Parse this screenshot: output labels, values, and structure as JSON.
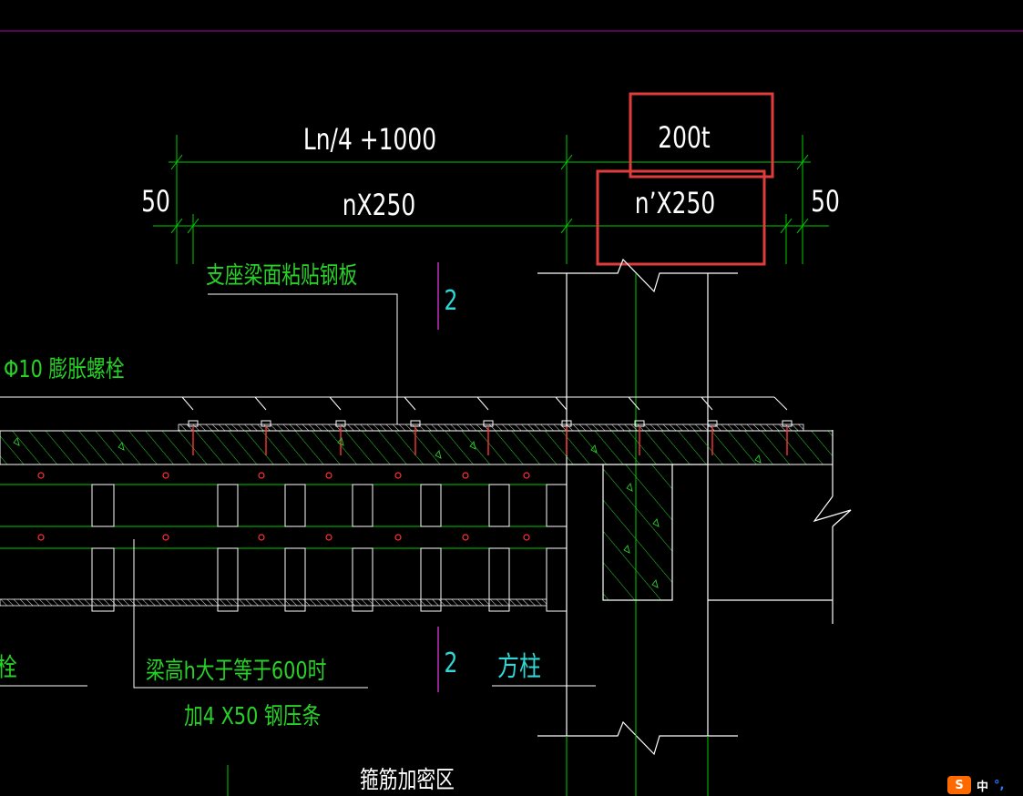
{
  "dimensions": {
    "top_total": "Ln/4 +1000",
    "top_right": "200t",
    "left_edge": "50",
    "main_span": "nX250",
    "right_span": "n’X250",
    "right_edge": "50"
  },
  "labels": {
    "steel_plate": "支座梁面粘贴钢板",
    "bolt": "Φ10 膨胀螺栓",
    "bolt_cut": "锚栓",
    "beam_height": "梁高h大于等于600时",
    "pressure_bar": "加4 X50 钢压条",
    "stirrup_zone": "箍筋加密区",
    "column": "方柱",
    "section_mark_top": "2",
    "section_mark_bottom": "2"
  },
  "highlights": [
    {
      "target": "200t"
    },
    {
      "target": "n’X250"
    }
  ],
  "colors": {
    "background": "#000000",
    "dimension_line": "#00cc00",
    "structure_line": "#ffffff",
    "annotation_text": "#27d227",
    "section_text": "#2fd7d7",
    "section_line": "#cc33cc",
    "rebar": "#ff3333",
    "highlight": "#e23b3b",
    "top_border": "#b000b0"
  },
  "ime_toolbar": {
    "logo": "S",
    "lang": "中",
    "punct": "°,"
  }
}
